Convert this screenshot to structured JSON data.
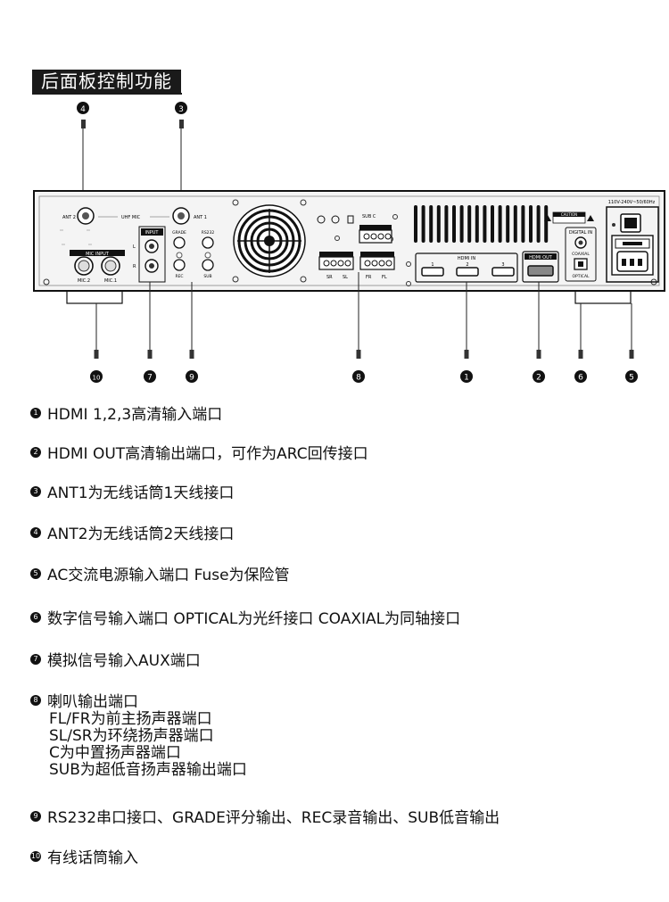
{
  "title": "后面板控制功能",
  "panel": {
    "ant2": "ANT 2",
    "ant1": "ANT 1",
    "uhf_mic": "UHF MIC",
    "mic_input": "MIC INPUT",
    "mic2": "MIC.2",
    "mic1": "MIC.1",
    "input": "INPUT",
    "l": "L",
    "r": "R",
    "grade": "GRADE",
    "rs232": "RS232",
    "rec": "REC",
    "sub": "SUB",
    "sub_c": "SUB   C",
    "sr": "SR",
    "sl": "SL",
    "fr": "FR",
    "fl": "FL",
    "hdmi_in": "HDMI IN",
    "hdmi_in_ports": [
      "1",
      "2",
      "3"
    ],
    "hdmi_out": "HDMI OUT",
    "caution": "CAUTION",
    "digital_in": "DIGITAL IN",
    "coaxial": "COAXIAL",
    "optical": "OPTICAL",
    "voltage": "110V-240V~50/60Hz"
  },
  "callouts_top": [
    "4",
    "3"
  ],
  "callouts_bottom": [
    "10",
    "7",
    "9",
    "8",
    "1",
    "2",
    "6",
    "5"
  ],
  "legend": [
    {
      "num": "1",
      "lines": [
        "HDMI 1,2,3高清输入端口"
      ]
    },
    {
      "num": "2",
      "lines": [
        "HDMI OUT高清输出端口，可作为ARC回传接口"
      ]
    },
    {
      "num": "3",
      "lines": [
        "ANT1为无线话筒1天线接口"
      ]
    },
    {
      "num": "4",
      "lines": [
        "ANT2为无线话筒2天线接口"
      ]
    },
    {
      "num": "5",
      "lines": [
        "AC交流电源输入端口 Fuse为保险管"
      ]
    },
    {
      "num": "6",
      "lines": [
        "数字信号输入端口 OPTICAL为光纤接口 COAXIAL为同轴接口"
      ]
    },
    {
      "num": "7",
      "lines": [
        "模拟信号输入AUX端口"
      ]
    },
    {
      "num": "8",
      "lines": [
        "喇叭输出端口",
        "FL/FR为前主扬声器端口",
        "SL/SR为环绕扬声器端口",
        "C为中置扬声器端口",
        "SUB为超低音扬声器输出端口"
      ]
    },
    {
      "num": "9",
      "lines": [
        "RS232串口接口、GRADE评分输出、REC录音输出、SUB低音输出"
      ]
    },
    {
      "num": "10",
      "lines": [
        "有线话筒输入"
      ]
    }
  ]
}
